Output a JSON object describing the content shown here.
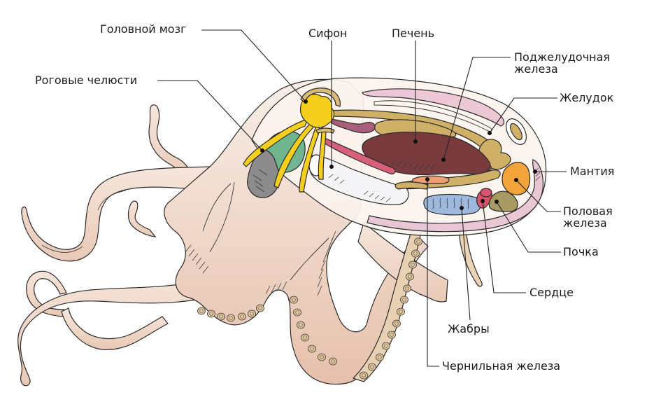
{
  "title": "Octopus anatomy diagram (Russian labels)",
  "colors": {
    "skin_light": "#f7ece4",
    "skin_dark": "#e8c4b0",
    "sucker": "#e3c59a",
    "brain": "#f5cf1e",
    "jaw": "#8c8c8c",
    "buccal_mass": "#6fb58f",
    "siphon": "#f4f4f6",
    "liver": "#7a3b3e",
    "digestive": "#cfb066",
    "crop": "#a8607a",
    "salivary": "#d9607a",
    "ink_gland": "#f0a070",
    "gill": "#9db8dc",
    "heart": "#d9536f",
    "kidney": "#a89a63",
    "gonad": "#f2a33a",
    "mantle": "#e8c6d4",
    "mantle_cavity": "#fbf3ee"
  },
  "labels": [
    {
      "id": "brain",
      "lines": [
        "Головной мозг"
      ]
    },
    {
      "id": "jaws",
      "lines": [
        "Роговые челюсти"
      ]
    },
    {
      "id": "siphon",
      "lines": [
        "Сифон"
      ]
    },
    {
      "id": "liver",
      "lines": [
        "Печень"
      ]
    },
    {
      "id": "pancreas",
      "lines": [
        "Поджелудочная",
        "железа"
      ]
    },
    {
      "id": "stomach",
      "lines": [
        "Желудок"
      ]
    },
    {
      "id": "mantle",
      "lines": [
        "Мантия"
      ]
    },
    {
      "id": "gonad",
      "lines": [
        "Половая",
        "железа"
      ]
    },
    {
      "id": "kidney",
      "lines": [
        "Почка"
      ]
    },
    {
      "id": "heart",
      "lines": [
        "Сердце"
      ]
    },
    {
      "id": "gills",
      "lines": [
        "Жабры"
      ]
    },
    {
      "id": "ink_gland",
      "lines": [
        "Чернильная железа"
      ]
    }
  ]
}
